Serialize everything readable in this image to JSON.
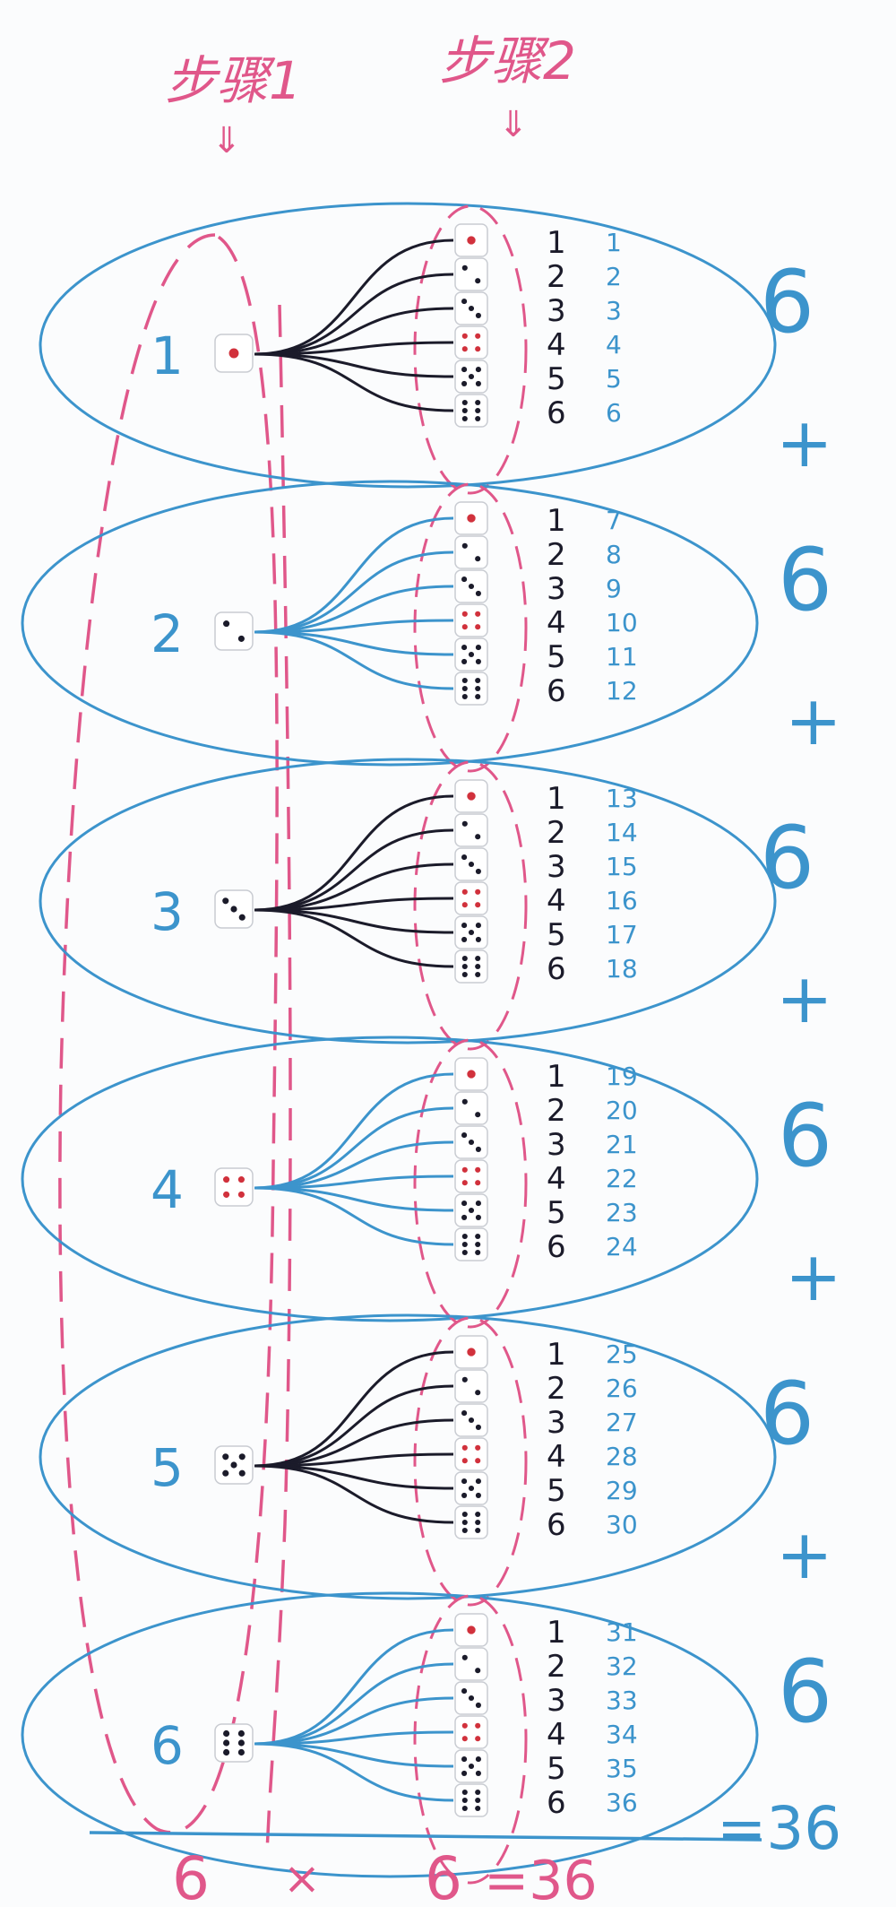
{
  "colors": {
    "board": "#fbfcfd",
    "pink": "#e0578a",
    "blue": "#3c94cc",
    "black": "#1b1b2a",
    "red_pip": "#d1313c"
  },
  "headers": {
    "step1": "步骤1",
    "step2": "步骤2",
    "arrow": "⇓"
  },
  "branches": [
    {
      "label": "1",
      "second_labels": [
        "1",
        "2",
        "3",
        "4",
        "5",
        "6"
      ],
      "counts": [
        "1",
        "2",
        "3",
        "4",
        "5",
        "6"
      ],
      "partial": "6",
      "line_color": "black"
    },
    {
      "label": "2",
      "second_labels": [
        "1",
        "2",
        "3",
        "4",
        "5",
        "6"
      ],
      "counts": [
        "7",
        "8",
        "9",
        "10",
        "11",
        "12"
      ],
      "partial": "6",
      "line_color": "blue"
    },
    {
      "label": "3",
      "second_labels": [
        "1",
        "2",
        "3",
        "4",
        "5",
        "6"
      ],
      "counts": [
        "13",
        "14",
        "15",
        "16",
        "17",
        "18"
      ],
      "partial": "6",
      "line_color": "black"
    },
    {
      "label": "4",
      "second_labels": [
        "1",
        "2",
        "3",
        "4",
        "5",
        "6"
      ],
      "counts": [
        "19",
        "20",
        "21",
        "22",
        "23",
        "24"
      ],
      "partial": "6",
      "line_color": "blue"
    },
    {
      "label": "5",
      "second_labels": [
        "1",
        "2",
        "3",
        "4",
        "5",
        "6"
      ],
      "counts": [
        "25",
        "26",
        "27",
        "28",
        "29",
        "30"
      ],
      "partial": "6",
      "line_color": "black"
    },
    {
      "label": "6",
      "second_labels": [
        "1",
        "2",
        "3",
        "4",
        "5",
        "6"
      ],
      "counts": [
        "31",
        "32",
        "33",
        "34",
        "35",
        "36"
      ],
      "partial": "6",
      "line_color": "blue"
    }
  ],
  "plus_sign": "+",
  "sum_result": "=36",
  "bottom": {
    "left_factor": "6",
    "times": "×",
    "right_factor": "6",
    "result": "=36"
  }
}
